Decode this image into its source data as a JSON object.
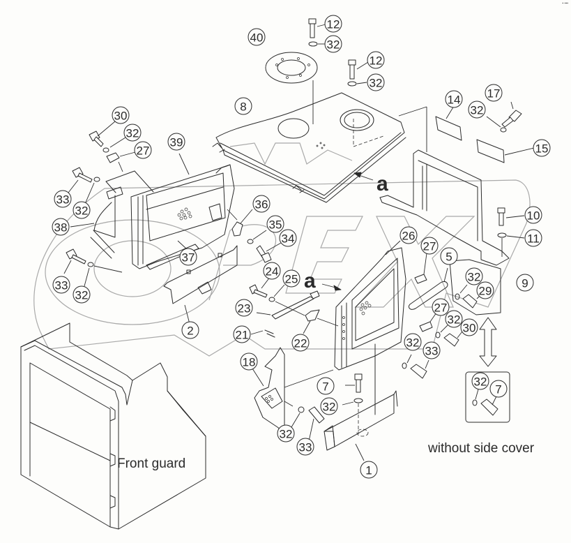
{
  "diagram": {
    "type": "exploded parts diagram",
    "watermark": "OPEX",
    "corner_mark": "▪ ▪▪▪",
    "labels": {
      "front_guard": "Front guard",
      "without_side_cover": "without side cover",
      "view_letter": "a"
    },
    "callouts": [
      {
        "id": "c40",
        "number": "40"
      },
      {
        "id": "c12a",
        "number": "12"
      },
      {
        "id": "c32a",
        "number": "32"
      },
      {
        "id": "c12b",
        "number": "12"
      },
      {
        "id": "c32b",
        "number": "32"
      },
      {
        "id": "c8",
        "number": "8"
      },
      {
        "id": "c14",
        "number": "14"
      },
      {
        "id": "c17",
        "number": "17"
      },
      {
        "id": "c32c",
        "number": "32"
      },
      {
        "id": "c15",
        "number": "15"
      },
      {
        "id": "c10",
        "number": "10"
      },
      {
        "id": "c11",
        "number": "11"
      },
      {
        "id": "c9",
        "number": "9"
      },
      {
        "id": "c30a",
        "number": "30"
      },
      {
        "id": "c32d",
        "number": "32"
      },
      {
        "id": "c27a",
        "number": "27"
      },
      {
        "id": "c39",
        "number": "39"
      },
      {
        "id": "c33a",
        "number": "33"
      },
      {
        "id": "c32e",
        "number": "32"
      },
      {
        "id": "c38",
        "number": "38"
      },
      {
        "id": "c36",
        "number": "36"
      },
      {
        "id": "c35",
        "number": "35"
      },
      {
        "id": "c34",
        "number": "34"
      },
      {
        "id": "c37",
        "number": "37"
      },
      {
        "id": "c33b",
        "number": "33"
      },
      {
        "id": "c32f",
        "number": "32"
      },
      {
        "id": "c24",
        "number": "24"
      },
      {
        "id": "c25",
        "number": "25"
      },
      {
        "id": "c2",
        "number": "2"
      },
      {
        "id": "c23",
        "number": "23"
      },
      {
        "id": "c21",
        "number": "21"
      },
      {
        "id": "c22",
        "number": "22"
      },
      {
        "id": "c18",
        "number": "18"
      },
      {
        "id": "c26",
        "number": "26"
      },
      {
        "id": "c27b",
        "number": "27"
      },
      {
        "id": "c5",
        "number": "5"
      },
      {
        "id": "c32g",
        "number": "32"
      },
      {
        "id": "c29",
        "number": "29"
      },
      {
        "id": "c27c",
        "number": "27"
      },
      {
        "id": "c32h",
        "number": "32"
      },
      {
        "id": "c30b",
        "number": "30"
      },
      {
        "id": "c32i",
        "number": "32"
      },
      {
        "id": "c33c",
        "number": "33"
      },
      {
        "id": "c7a",
        "number": "7"
      },
      {
        "id": "c32j",
        "number": "32"
      },
      {
        "id": "c32k",
        "number": "32"
      },
      {
        "id": "c33d",
        "number": "33"
      },
      {
        "id": "c1",
        "number": "1"
      },
      {
        "id": "c32l",
        "number": "32"
      },
      {
        "id": "c7b",
        "number": "7"
      }
    ]
  }
}
